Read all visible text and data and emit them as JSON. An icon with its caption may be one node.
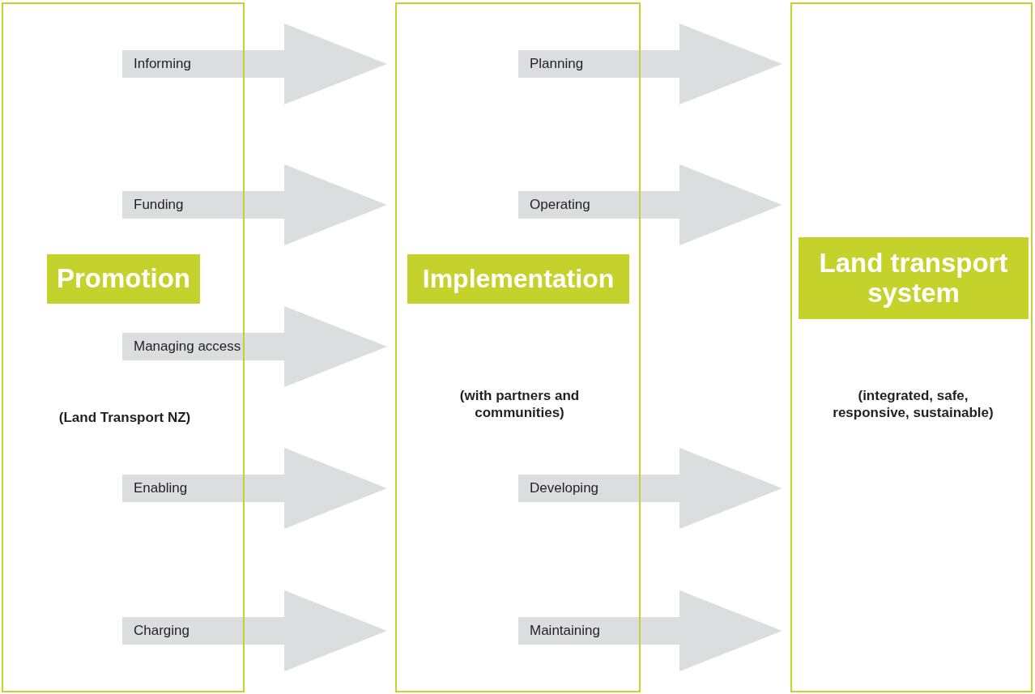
{
  "diagram": {
    "nodes": [
      {
        "text": [
          "(Land Transport NZ)"
        ]
      },
      {
        "text": [
          "Promotion"
        ],
        "in": 0
      },
      {
        "text": [
          "(with partners and communities)"
        ]
      },
      {
        "text": [
          "Implementation"
        ],
        "in": 2
      },
      {
        "text": [
          "(integrated, safe, responsive, sustainable)"
        ]
      },
      {
        "text": [
          "Land transport system"
        ],
        "in": 4
      }
    ],
    "edges": [
      {
        "from": 0,
        "to": 2,
        "arrow": "to",
        "label": "Informing"
      },
      {
        "from": 0,
        "to": 2,
        "arrow": "to",
        "label": "Funding"
      },
      {
        "from": 0,
        "to": 2,
        "arrow": "to",
        "label": "Managing access"
      },
      {
        "from": 0,
        "to": 2,
        "arrow": "to",
        "label": "Enabling"
      },
      {
        "from": 0,
        "to": 2,
        "arrow": "to",
        "label": "Charging"
      },
      {
        "from": 2,
        "to": 4,
        "arrow": "to",
        "label": "Planning"
      },
      {
        "from": 2,
        "to": 4,
        "arrow": "to",
        "label": "Operating"
      },
      {
        "from": 2,
        "to": 4,
        "arrow": "to",
        "label": "Developing"
      },
      {
        "from": 2,
        "to": 4,
        "arrow": "to",
        "label": "Maintaining"
      }
    ]
  }
}
